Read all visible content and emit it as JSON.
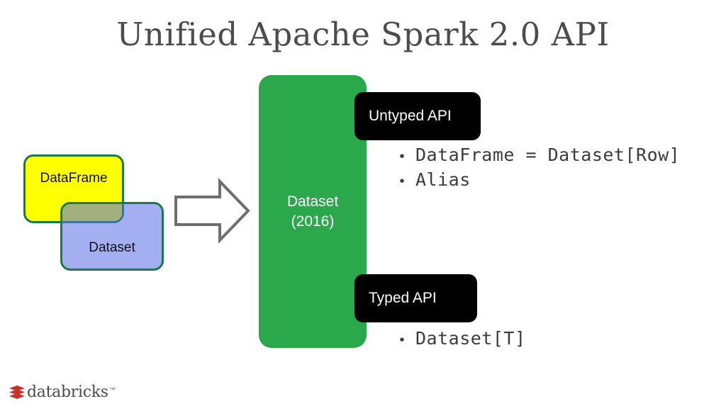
{
  "slide": {
    "title": "Unified Apache Spark 2.0 API",
    "background_color": "#ffffff",
    "title_color": "#4c4c4c"
  },
  "legacy_shapes": {
    "dataframe": {
      "label": "DataFrame",
      "fill_color": "#ffff00",
      "border_color": "#1d7a43"
    },
    "dataset": {
      "label": "Dataset",
      "fill_color": "#5a6ee6",
      "border_color": "#1d7a43"
    }
  },
  "arrow": {
    "icon": "right-block-arrow-icon",
    "stroke_color": "#6e6e6e",
    "fill_color": "#ffffff"
  },
  "unified": {
    "label_line1": "Dataset",
    "label_line2": "(2016)",
    "fill_color": "#2ba84c",
    "text_color": "#ffffff"
  },
  "apis": [
    {
      "pill_label": "Untyped API",
      "pill_color": "#000000",
      "pill_text_color": "#ffffff",
      "bullets": [
        "DataFrame = Dataset[Row]",
        "Alias"
      ]
    },
    {
      "pill_label": "Typed API",
      "pill_color": "#000000",
      "pill_text_color": "#ffffff",
      "bullets": [
        "Dataset[T]"
      ]
    }
  ],
  "bullet_marker": "•",
  "brand": {
    "wordmark": "databricks",
    "trademark": "™",
    "mark_color": "#c5342c",
    "wordmark_color": "#4a4a4a"
  }
}
